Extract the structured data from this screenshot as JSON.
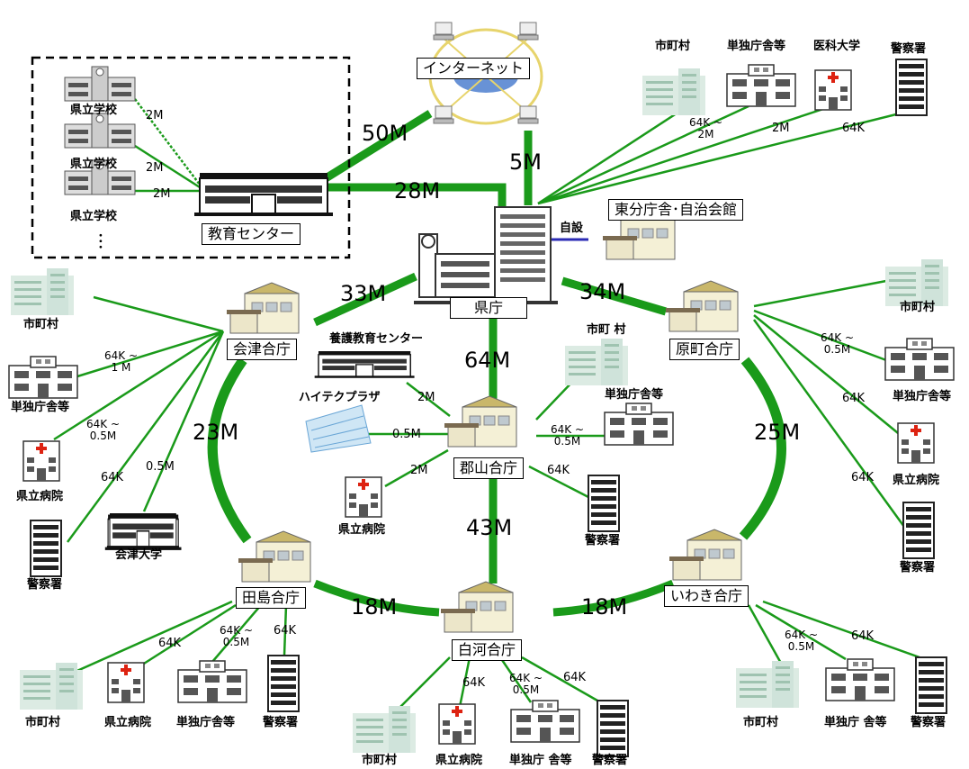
{
  "nodes": {
    "internet": "インターネット",
    "education_center": "教育センター",
    "pref_office": "県庁",
    "east_office": "東分庁舎･自治会館",
    "self_line": "自設",
    "aizu": "会津合庁",
    "haramachi": "原町合庁",
    "koriyama": "郡山合庁",
    "tajima": "田島合庁",
    "shirakawa": "白河合庁",
    "iwaki": "いわき合庁",
    "yogo": "養護教育センター",
    "hightech": "ハイテクプラザ",
    "aizu_univ": "会津大学",
    "medical_univ": "医科大学"
  },
  "common_labels": {
    "school": "県立学校",
    "municipality": "市町村",
    "single_office": "単独庁舎等",
    "single_office_spaced": "単独庁 舎等",
    "hospital": "県立病院",
    "police": "警察署",
    "ellipsis": "･･･",
    "municipality_spaced": "市町 村"
  },
  "bandwidths": {
    "internet_edu": "50M",
    "internet_pref": "5M",
    "edu_pref": "28M",
    "aizu_pref": "33M",
    "hara_pref": "34M",
    "pref_kori": "64M",
    "aizu_tajima": "23M",
    "hara_iwaki": "25M",
    "kori_shira": "43M",
    "tajima_shira": "18M",
    "iwaki_shira": "18M"
  },
  "small_bandwidths": {
    "school1": "2M",
    "school2": "2M",
    "school3": "2M",
    "range_64k_2m": "64K ~\n2M",
    "med_univ": "2M",
    "police_top": "64K",
    "aizu_range1m": "64K ~\n1 M",
    "range_05m": "64K ~\n0.5M",
    "k64": "64K",
    "m05": "0.5M",
    "m2": "2M"
  },
  "colors": {
    "link": "#1a9a1a",
    "self_line": "#2b2bb5"
  }
}
